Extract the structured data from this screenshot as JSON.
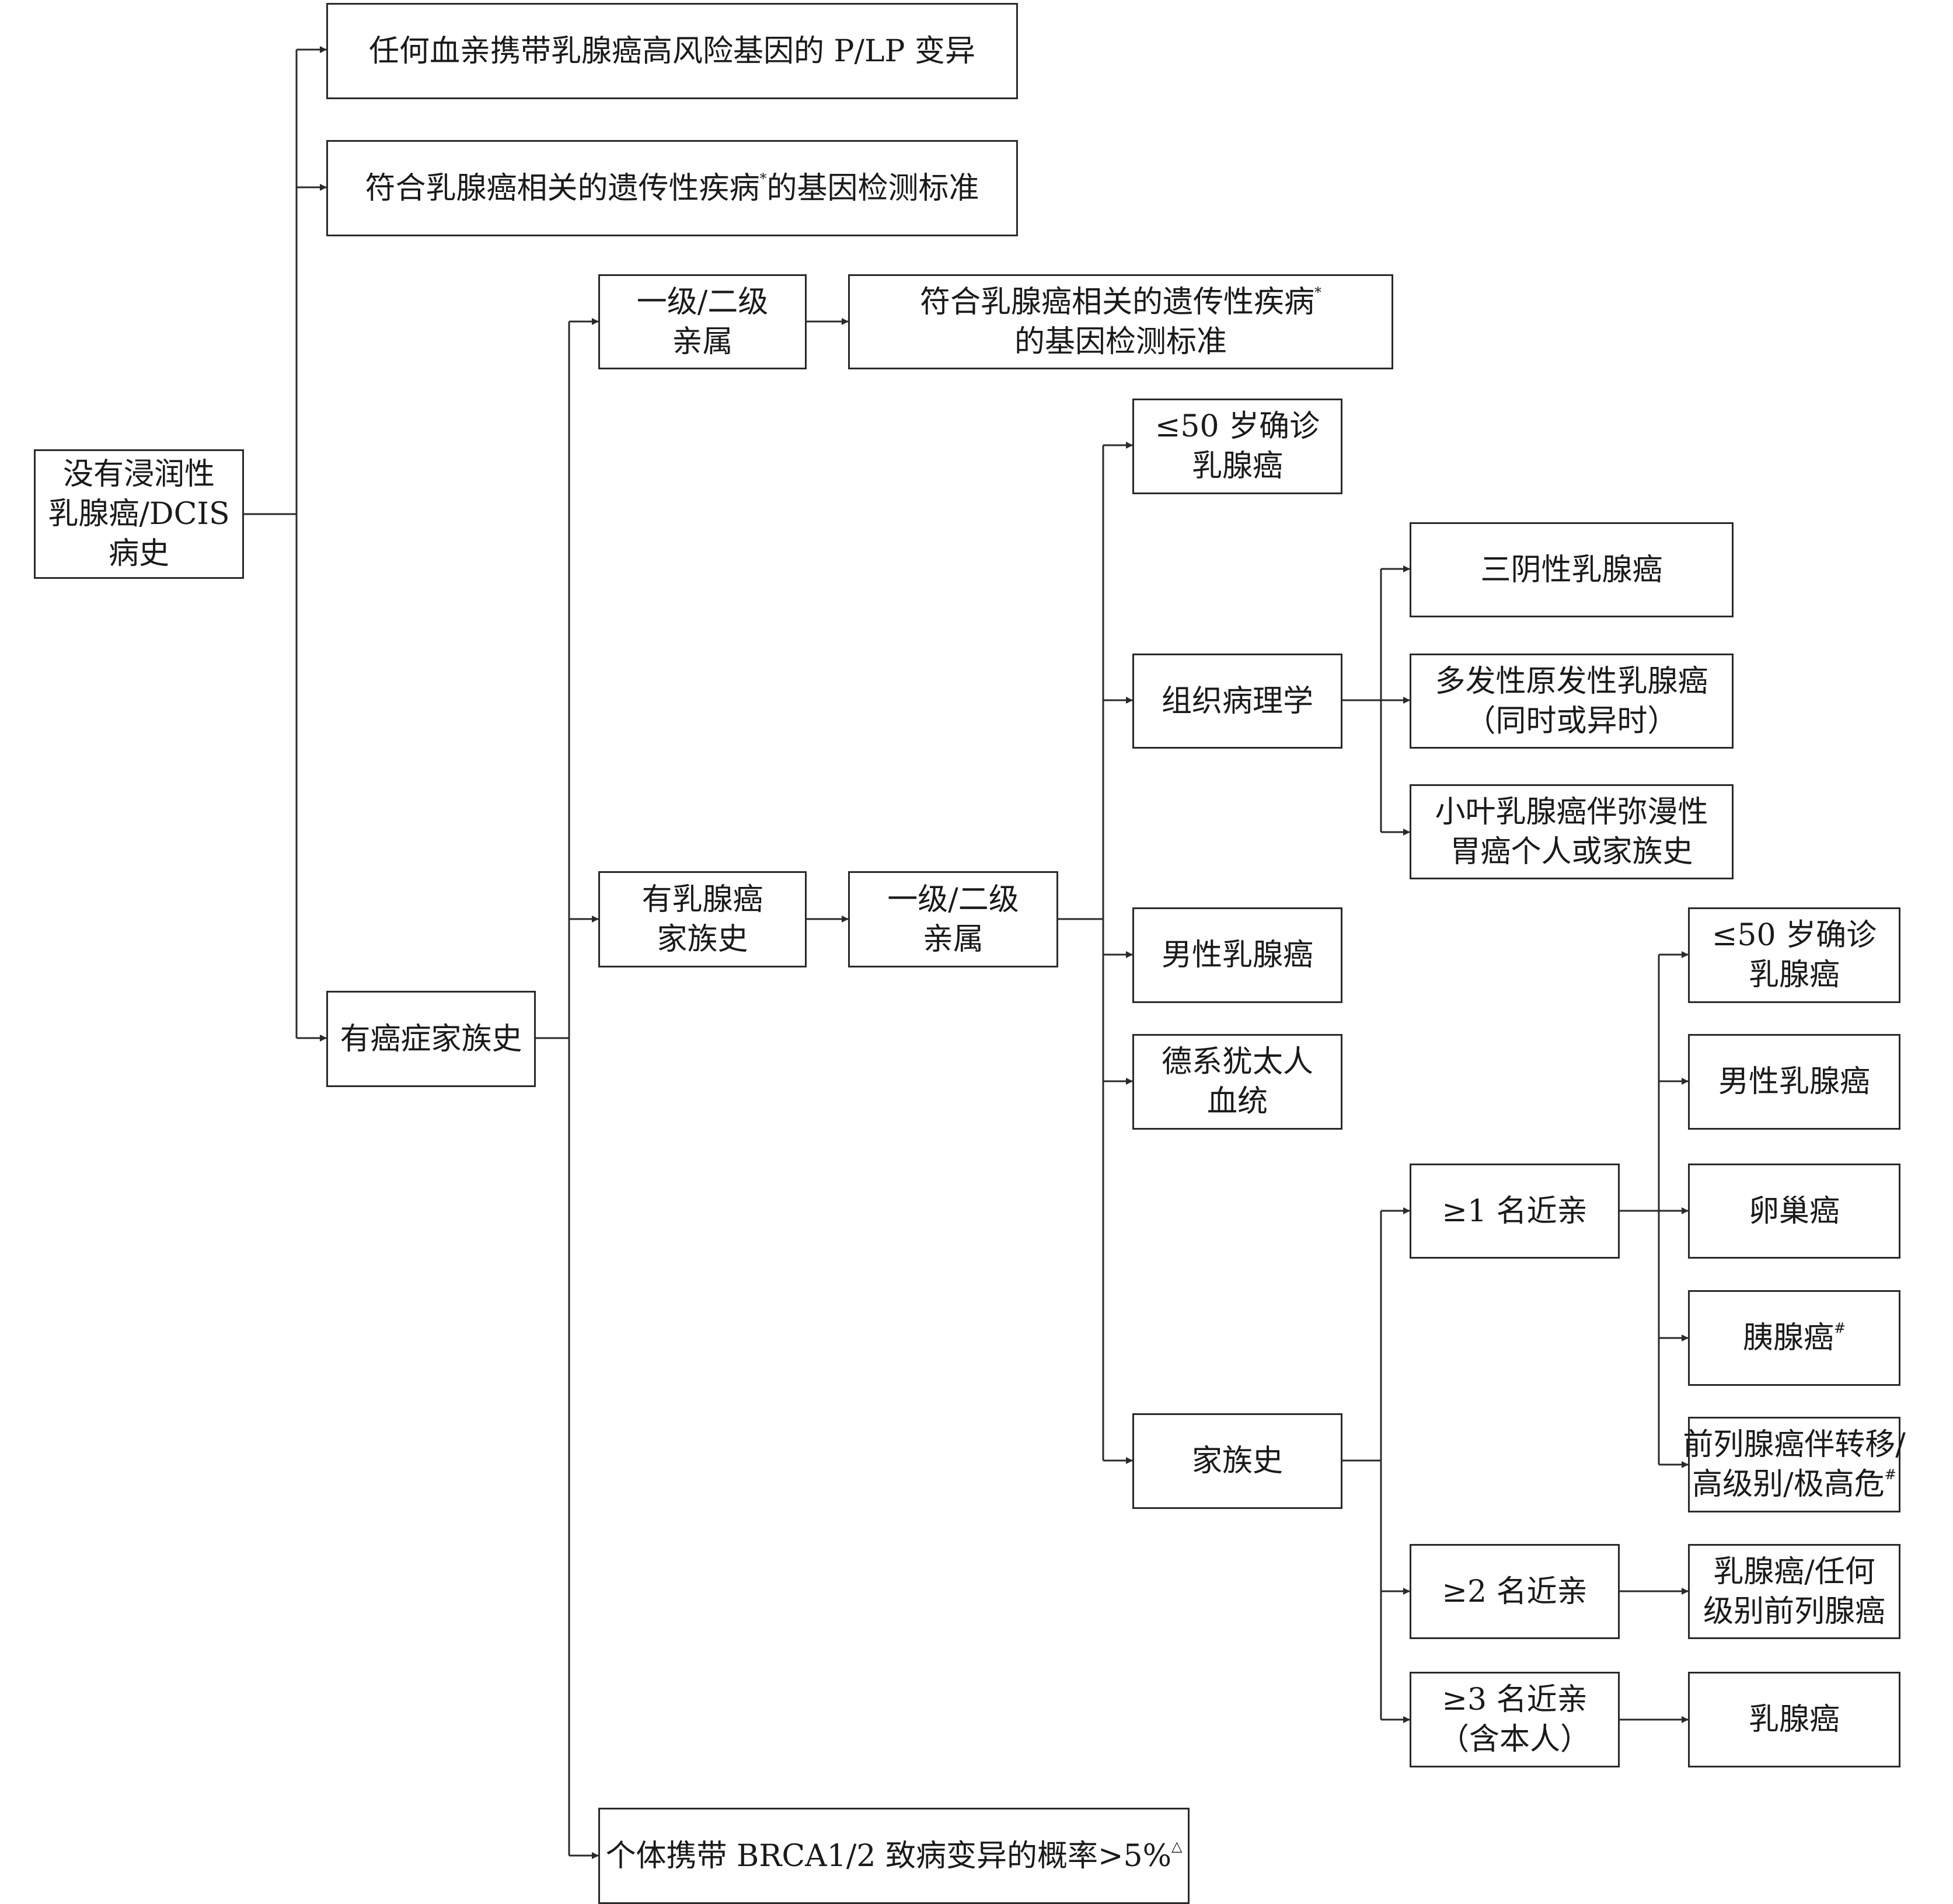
{
  "nodes": {
    "root": {
      "lines": [
        "没有浸润性",
        "乳腺癌/DCIS",
        "病史"
      ]
    },
    "plp_variant": {
      "lines": [
        "任何血亲携带乳腺癌高风险基因的 P/LP 变异"
      ]
    },
    "meets_criteria_top": {
      "lines": [
        "符合乳腺癌相关的遗传性疾病"
      ],
      "marker": "*",
      "suffix": "的基因检测标准"
    },
    "cancer_family_history": {
      "lines": [
        "有癌症家族史"
      ]
    },
    "first_second_degree_a": {
      "lines": [
        "一级/二级",
        "亲属"
      ]
    },
    "meets_criteria_relative": {
      "lines": [
        "符合乳腺癌相关的遗传性疾病",
        "的基因检测标准"
      ],
      "marker": "*"
    },
    "breast_cancer_family_history": {
      "lines": [
        "有乳腺癌",
        "家族史"
      ]
    },
    "first_second_degree_b": {
      "lines": [
        "一级/二级",
        "亲属"
      ]
    },
    "diagnosed_le50": {
      "lines": [
        "≤50 岁确诊",
        "乳腺癌"
      ]
    },
    "histopathology": {
      "lines": [
        "组织病理学"
      ]
    },
    "triple_negative": {
      "lines": [
        "三阴性乳腺癌"
      ]
    },
    "multiple_primary": {
      "lines": [
        "多发性原发性乳腺癌",
        "（同时或异时）"
      ]
    },
    "lobular": {
      "lines": [
        "小叶乳腺癌伴弥漫性",
        "胃癌个人或家族史"
      ]
    },
    "male_breast_cancer": {
      "lines": [
        "男性乳腺癌"
      ]
    },
    "ashkenazi": {
      "lines": [
        "德系犹太人",
        "血统"
      ]
    },
    "family_history": {
      "lines": [
        "家族史"
      ]
    },
    "ge1_relative": {
      "lines": [
        "≥1 名近亲"
      ]
    },
    "ge2_relative": {
      "lines": [
        "≥2 名近亲"
      ]
    },
    "ge3_relative": {
      "lines": [
        "≥3 名近亲",
        "（含本人）"
      ]
    },
    "r1_le50": {
      "lines": [
        "≤50 岁确诊",
        "乳腺癌"
      ]
    },
    "r1_male": {
      "lines": [
        "男性乳腺癌"
      ]
    },
    "r1_ovarian": {
      "lines": [
        "卵巢癌"
      ]
    },
    "r1_pancreatic": {
      "lines": [
        "胰腺癌"
      ],
      "marker": "#"
    },
    "r1_prostate": {
      "lines": [
        "前列腺癌伴转移/",
        "高级别/极高危"
      ],
      "marker": "#"
    },
    "r2_breast_prostate": {
      "lines": [
        "乳腺癌/任何",
        "级别前列腺癌"
      ]
    },
    "r3_breast": {
      "lines": [
        "乳腺癌"
      ]
    },
    "brca_probability": {
      "lines": [
        "个体携带 BRCA1/2 致病变异的概率>5%"
      ],
      "marker": "△"
    }
  }
}
